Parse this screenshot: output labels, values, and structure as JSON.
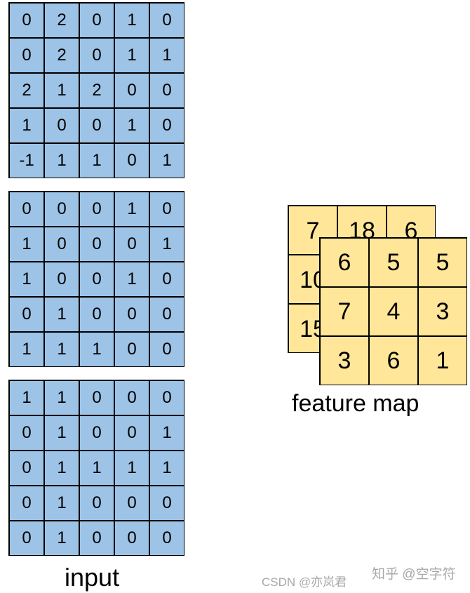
{
  "input": {
    "label": "input",
    "channels": [
      [
        [
          "0",
          "2",
          "0",
          "1",
          "0"
        ],
        [
          "0",
          "2",
          "0",
          "1",
          "1"
        ],
        [
          "2",
          "1",
          "2",
          "0",
          "0"
        ],
        [
          "1",
          "0",
          "0",
          "1",
          "0"
        ],
        [
          "-1",
          "1",
          "1",
          "0",
          "1"
        ]
      ],
      [
        [
          "0",
          "0",
          "0",
          "1",
          "0"
        ],
        [
          "1",
          "0",
          "0",
          "0",
          "1"
        ],
        [
          "1",
          "0",
          "0",
          "1",
          "0"
        ],
        [
          "0",
          "1",
          "0",
          "0",
          "0"
        ],
        [
          "1",
          "1",
          "1",
          "0",
          "0"
        ]
      ],
      [
        [
          "1",
          "1",
          "0",
          "0",
          "0"
        ],
        [
          "0",
          "1",
          "0",
          "0",
          "1"
        ],
        [
          "0",
          "1",
          "1",
          "1",
          "1"
        ],
        [
          "0",
          "1",
          "0",
          "0",
          "0"
        ],
        [
          "0",
          "1",
          "0",
          "0",
          "0"
        ]
      ]
    ]
  },
  "feature_map": {
    "label": "feature map",
    "back": [
      [
        "7",
        "18",
        "6"
      ],
      [
        "10",
        "",
        ""
      ],
      [
        "15",
        "",
        ""
      ]
    ],
    "front": [
      [
        "6",
        "5",
        "5"
      ],
      [
        "7",
        "4",
        "3"
      ],
      [
        "3",
        "6",
        "1"
      ]
    ]
  },
  "watermarks": {
    "csdn": "CSDN @亦岚君",
    "zhihu": "知乎 @空字符"
  },
  "colors": {
    "input_cell": "#9dc3e6",
    "feature_cell": "#ffe699",
    "border": "#000000"
  }
}
